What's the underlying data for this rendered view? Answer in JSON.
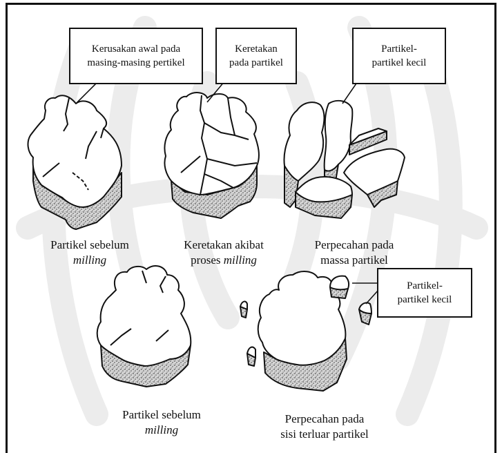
{
  "colors": {
    "ink": "#111111",
    "watermark": "#e6e6e6",
    "stipple": "#8a8a8a"
  },
  "callouts": {
    "initial_damage": [
      "Kerusakan awal pada",
      "masing-masing pertikel"
    ],
    "cracks": [
      "Keretakan",
      "pada partikel"
    ],
    "small_particles_top": [
      "Partikel-",
      "partikel kecil"
    ],
    "small_particles_bottom": [
      "Partikel-",
      "partikel kecil"
    ]
  },
  "captions": {
    "before_milling_top": {
      "line1": "Partikel sebelum",
      "line2": "milling"
    },
    "cracking": {
      "line1": "Keretakan akibat",
      "line2_prefix": "proses ",
      "line2_italic": "milling"
    },
    "bulk_fracture": {
      "line1": "Perpecahan pada",
      "line2": "massa partikel"
    },
    "before_milling_bottom": {
      "line1": "Partikel sebelum",
      "line2": "milling"
    },
    "surface_fracture": {
      "line1": "Perpecahan pada",
      "line2": "sisi terluar partikel"
    }
  }
}
